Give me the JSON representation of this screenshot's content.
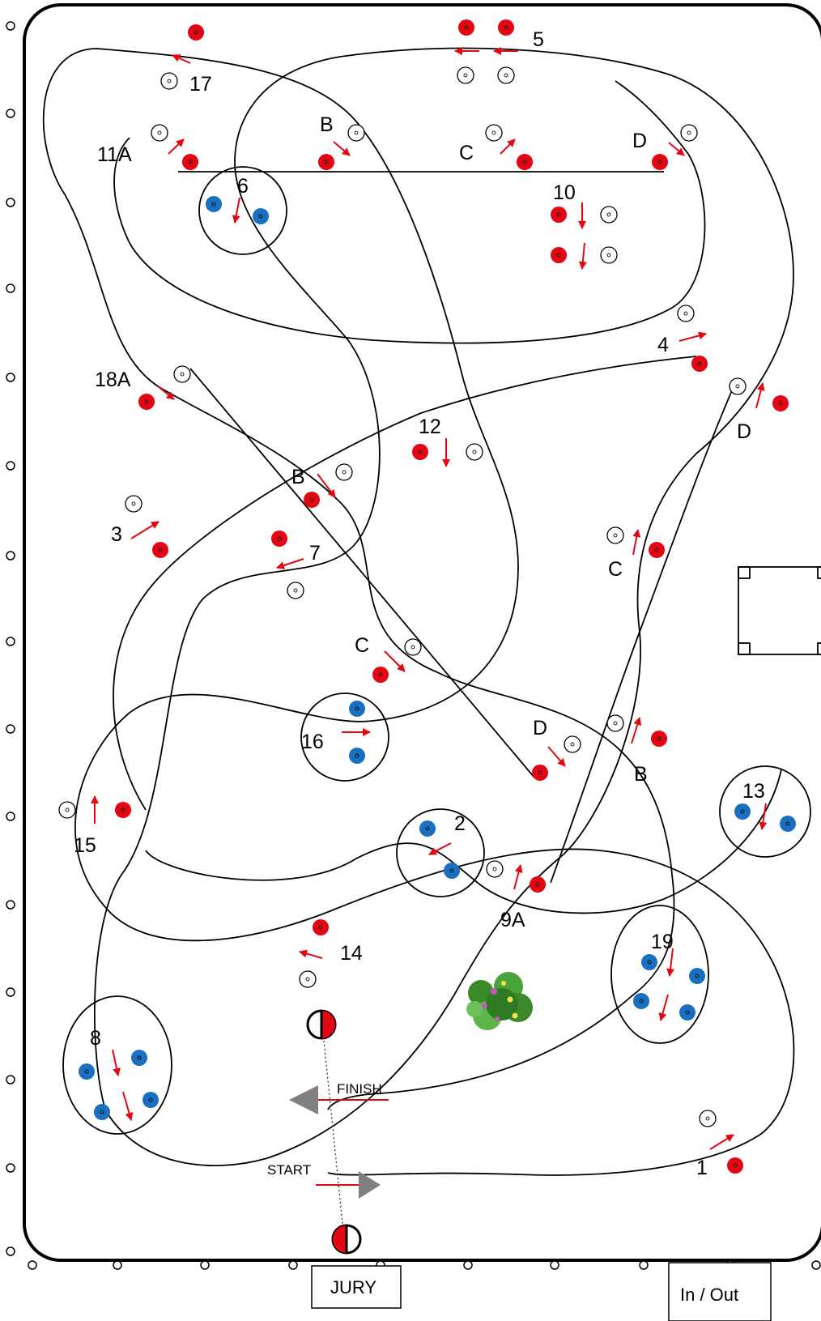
{
  "course": {
    "jury_label": "JURY",
    "in_out_label": "In / Out",
    "start_label": "START",
    "finish_label": "FINISH",
    "colors": {
      "red_flag": "#e30613",
      "white_flag": "#ffffff",
      "blue_flag": "#1b6fc0",
      "direction_arrow": "#e30613",
      "track": "#000000",
      "start_finish_arrow": "#808080"
    },
    "obstacle_labels": {
      "o1": "1",
      "o2": "2",
      "o3": "3",
      "o4": "4",
      "o5": "5",
      "o6": "6",
      "o7": "7",
      "o8": "8",
      "o9a": "9A",
      "o10": "10",
      "o11a": "11A",
      "o12": "12",
      "o13": "13",
      "o14": "14",
      "o15": "15",
      "o16": "16",
      "o17": "17",
      "o18a": "18A",
      "o19": "19",
      "g11b": "B",
      "g11c": "C",
      "g11d": "D",
      "g18b": "B",
      "g18c": "C",
      "g18d": "D",
      "g9b": "B",
      "g9c": "C",
      "g9d": "D"
    },
    "decor_icon": "bush-icon"
  }
}
